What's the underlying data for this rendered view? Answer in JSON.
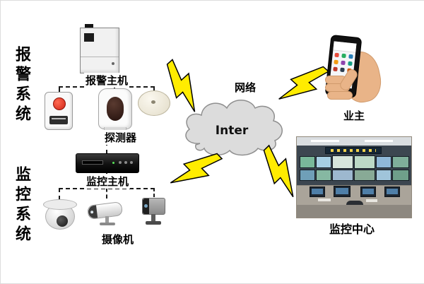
{
  "diagram": {
    "system_labels": {
      "alarm": "报警系统",
      "monitor": "监控系统"
    },
    "nodes": {
      "alarm_host": "报警主机",
      "detectors": "探测器",
      "monitor_host": "监控主机",
      "cameras": "摄像机",
      "network": "网络",
      "cloud": "Inter",
      "owner": "业主",
      "monitor_center": "监控中心"
    },
    "colors": {
      "lightning_fill": "#ffec00",
      "lightning_stroke": "#000000",
      "cloud_fill": "#dcdcdc",
      "cloud_stroke": "#8f8f8f",
      "dashed_line": "#1a1a1a",
      "text": "#000000"
    }
  }
}
